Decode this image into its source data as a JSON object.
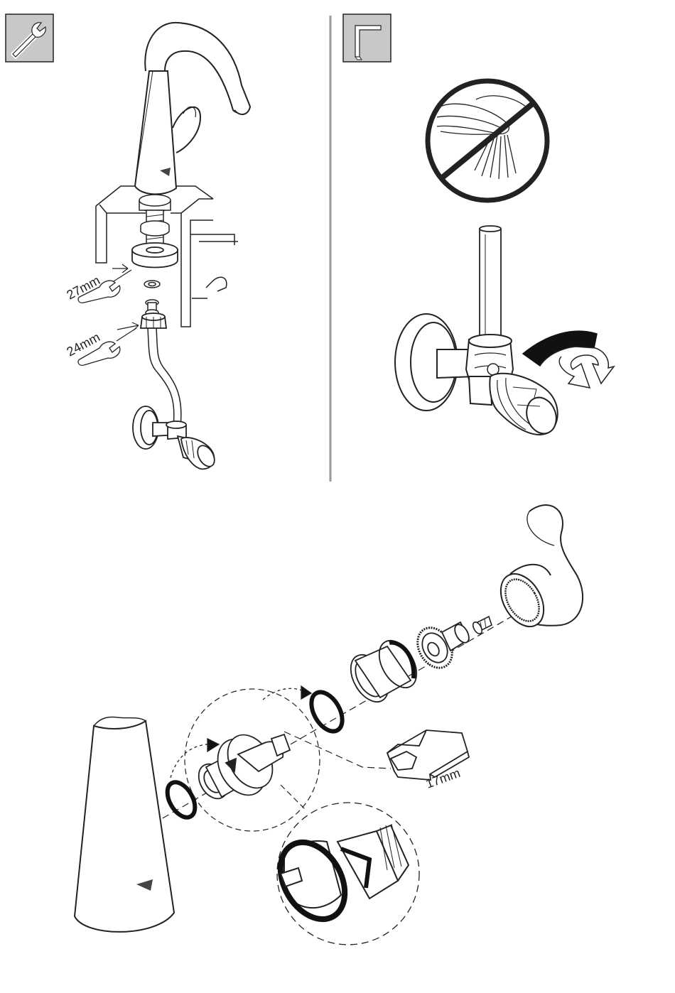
{
  "panels": {
    "installation": {
      "icon": "wrench-icon",
      "labels": {
        "wrench_upper": "27mm",
        "wrench_lower": "24mm"
      }
    },
    "maintenance": {
      "icon": "hex-key-icon"
    },
    "cartridge": {
      "labels": {
        "socket_size": "17mm"
      }
    }
  },
  "colors": {
    "line": "#222222",
    "icon_bg": "#c8c8c8",
    "divider": "#999999"
  }
}
